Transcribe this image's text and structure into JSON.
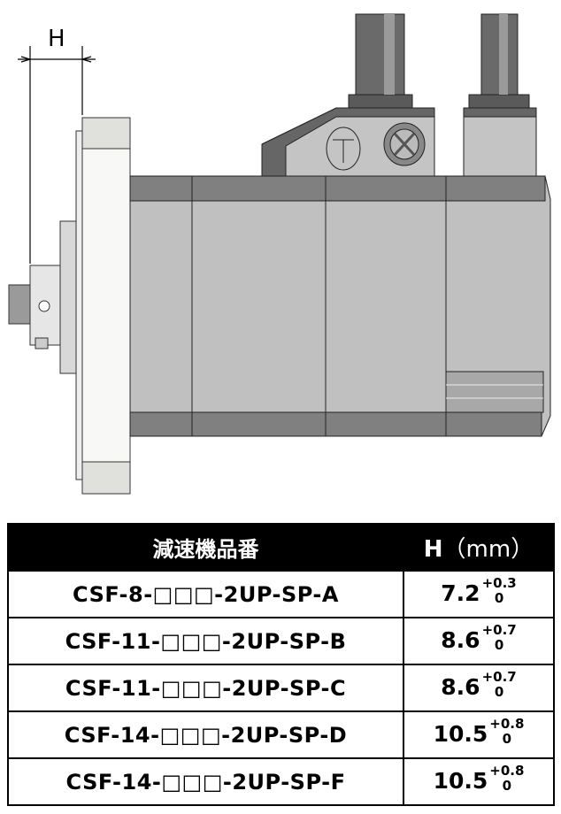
{
  "drawing": {
    "dimension_label": "H"
  },
  "table": {
    "headers": {
      "model": "減速機品番",
      "h_label": "H",
      "h_unit": "（mm）"
    },
    "rows": [
      {
        "model": "CSF-8-□□□-2UP-SP-A",
        "h": "7.2",
        "tol_upper": "+0.3",
        "tol_lower": "0"
      },
      {
        "model": "CSF-11-□□□-2UP-SP-B",
        "h": "8.6",
        "tol_upper": "+0.7",
        "tol_lower": "0"
      },
      {
        "model": "CSF-11-□□□-2UP-SP-C",
        "h": "8.6",
        "tol_upper": "+0.7",
        "tol_lower": "0"
      },
      {
        "model": "CSF-14-□□□-2UP-SP-D",
        "h": "10.5",
        "tol_upper": "+0.8",
        "tol_lower": "0"
      },
      {
        "model": "CSF-14-□□□-2UP-SP-F",
        "h": "10.5",
        "tol_upper": "+0.8",
        "tol_lower": "0"
      }
    ]
  }
}
